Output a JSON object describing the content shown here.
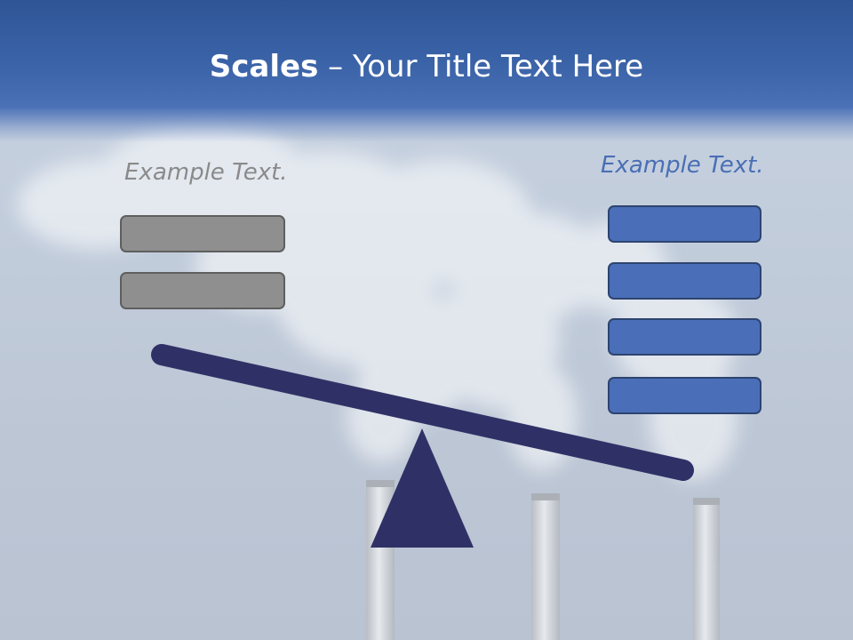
{
  "title": {
    "bold": "Scales",
    "rest": " – Your Title Text Here"
  },
  "left_panel": {
    "label": "Example Text.",
    "boxes": [
      "",
      ""
    ]
  },
  "right_panel": {
    "label": "Example Text.",
    "boxes": [
      "",
      "",
      "",
      ""
    ]
  },
  "colors": {
    "title_bar": "#3b63a8",
    "left_text": "#8a8a8a",
    "right_text": "#4a6fb4",
    "left_box": "#8f8f8f",
    "right_box": "#4a6fb8",
    "scale": "#2f3166"
  }
}
